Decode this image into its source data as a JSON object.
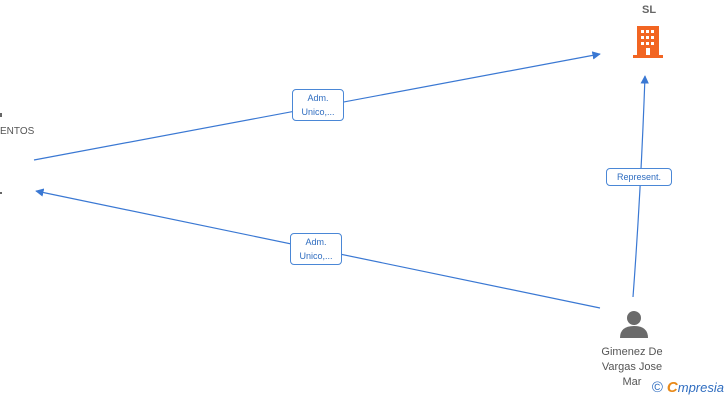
{
  "diagram": {
    "nodes": {
      "company": {
        "label": "SL",
        "icon": "building-icon",
        "color": "#f26522"
      },
      "left_entity": {
        "label_top": "",
        "label_bottom": "ENTOS"
      },
      "person": {
        "label_lines": [
          "Gimenez De",
          "Vargas Jose",
          "Mar"
        ],
        "icon": "person-icon",
        "color": "#666666"
      }
    },
    "edges": [
      {
        "id": "e1",
        "label_line1": "Adm.",
        "label_line2": "Unico,..."
      },
      {
        "id": "e2",
        "label_line1": "Adm.",
        "label_line2": "Unico,..."
      },
      {
        "id": "e3",
        "label": "Represent."
      }
    ],
    "edge_color": "#3a78d3"
  },
  "footer": {
    "copyright_symbol": "©",
    "brand_first": "C",
    "brand_rest": "mpresia"
  }
}
